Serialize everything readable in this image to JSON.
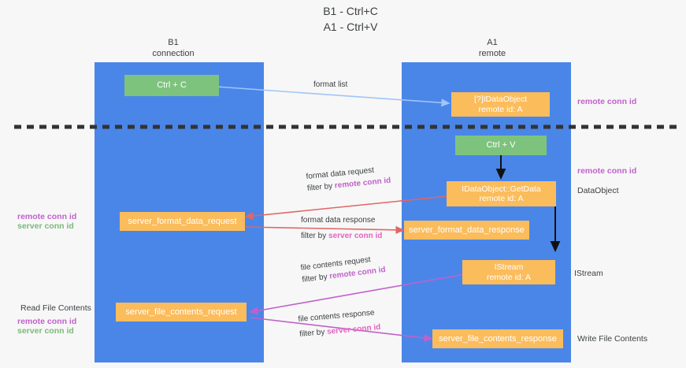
{
  "title": {
    "line1": "B1 - Ctrl+C",
    "line2": "A1 - Ctrl+V"
  },
  "lanes": [
    {
      "name": "B1",
      "sub": "connection",
      "color": "#4a86e8"
    },
    {
      "name": "A1",
      "sub": "remote",
      "color": "#4a86e8"
    }
  ],
  "nodes": {
    "ctrl_c": {
      "label": "Ctrl + C",
      "color": "#7dc37d"
    },
    "ctrl_v": {
      "label": "Ctrl + V",
      "color": "#7dc37d"
    },
    "data_object": {
      "line1": "[?]IDataObject",
      "line2": "remote id: A",
      "color": "#fbbc5c"
    },
    "get_data": {
      "line1": "IDataObject::GetData",
      "line2": "remote id: A",
      "color": "#fbbc5c"
    },
    "istream": {
      "line1": "IStream",
      "line2": "remote id: A",
      "color": "#fbbc5c"
    },
    "format_data_request": {
      "label": "server_format_data_request",
      "color": "#fbbc5c"
    },
    "format_data_response": {
      "label": "server_format_data_response",
      "color": "#fbbc5c"
    },
    "file_contents_request": {
      "label": "server_file_contents_request",
      "color": "#fbbc5c"
    },
    "file_contents_response": {
      "label": "server_file_contents_response",
      "color": "#fbbc5c"
    }
  },
  "edges": {
    "format_list": {
      "label": "format list",
      "color": "#9fc5f8"
    },
    "format_data_request": {
      "label": "format data request",
      "filter_prefix": "filter by ",
      "filter_key": "remote conn id",
      "color": "#e06666",
      "filter_color": "#c061cb"
    },
    "format_data_response": {
      "label": "format data response",
      "filter_prefix": "filter by ",
      "filter_key": "server conn id",
      "color": "#e06666",
      "filter_color": "#e761c0"
    },
    "file_contents_request": {
      "label": "file contents request",
      "filter_prefix": "filter by ",
      "filter_key": "remote conn id",
      "color": "#c061cb",
      "filter_color": "#c061cb"
    },
    "file_contents_response": {
      "label": "file contents response",
      "filter_prefix": "filter by ",
      "filter_key": "server conn id",
      "color": "#c061cb",
      "filter_color": "#e761c0"
    }
  },
  "annotations": {
    "right_top_conn": "remote conn id",
    "right_mid_conn": "remote conn id",
    "right_data_object": "DataObject",
    "right_istream": "IStream",
    "right_write_file": "Write File Contents",
    "left_mid_remote": "remote conn id",
    "left_mid_server": "server conn id",
    "left_read_file": "Read File Contents",
    "left_bottom_remote": "remote conn id",
    "left_bottom_server": "server conn id"
  },
  "divider": {
    "name": "dashed-separator",
    "color": "#333333"
  },
  "colors": {
    "lane": "#4a86e8",
    "green": "#7dc37d",
    "orange": "#fbbc5c",
    "background": "#f7f7f7",
    "purple": "#c061cb",
    "pink": "#e761c0",
    "red": "#e06666",
    "lightblue": "#9fc5f8",
    "greentext": "#7cb87c"
  }
}
